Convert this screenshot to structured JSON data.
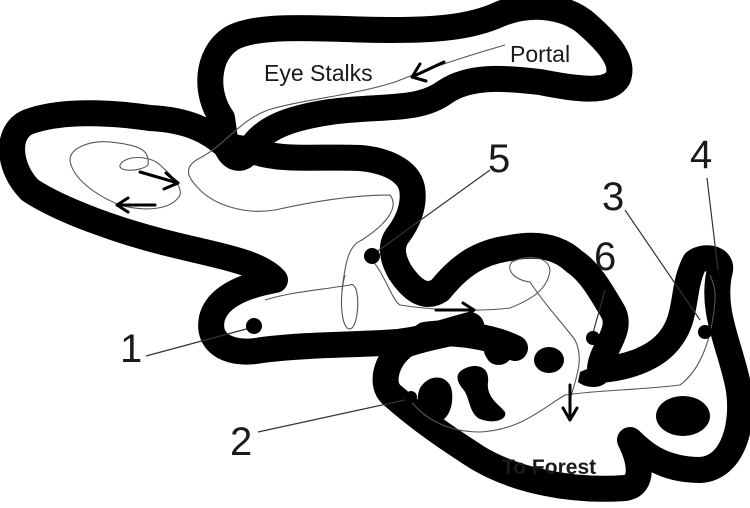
{
  "labels": {
    "portal": "Portal",
    "eye_stalks": "Eye Stalks",
    "to_forest": "To Forest"
  },
  "markers": [
    "1",
    "2",
    "3",
    "4",
    "5",
    "6"
  ],
  "colors": {
    "wall": "#000000",
    "trail": "#555555",
    "background": "#ffffff"
  }
}
